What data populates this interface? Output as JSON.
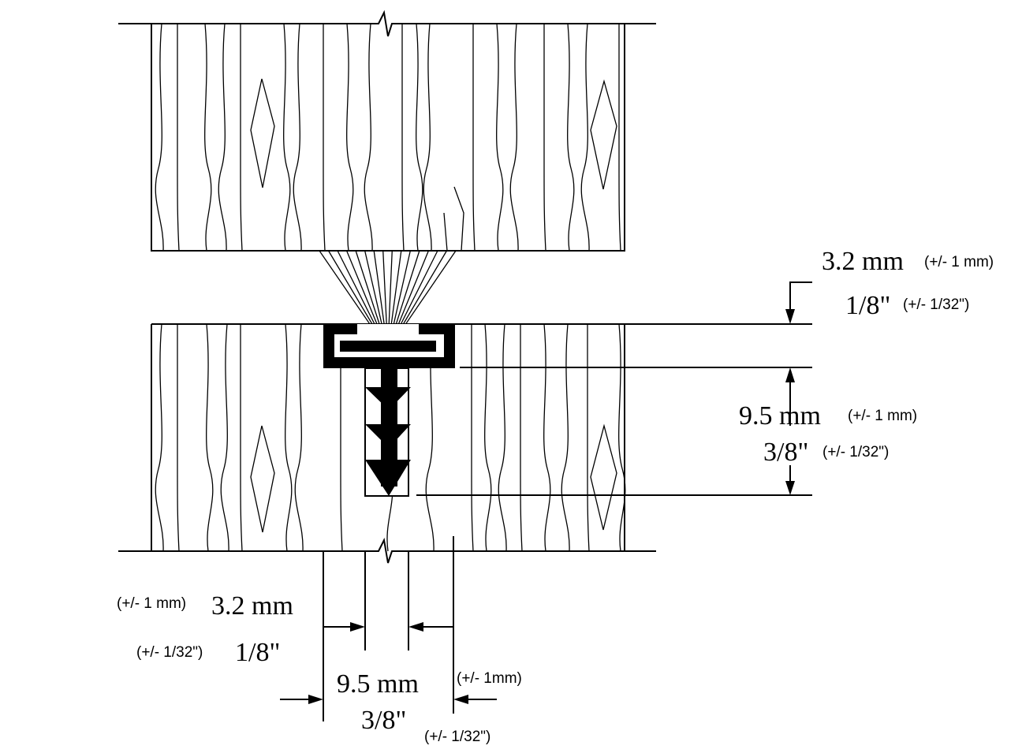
{
  "top_gap": {
    "mm": "3.2 mm",
    "mm_tol": "(+/- 1 mm)",
    "in": "1/8\"",
    "in_tol": "(+/- 1/32\")"
  },
  "depth": {
    "mm": "9.5 mm",
    "mm_tol": "(+/- 1 mm)",
    "in": "3/8\"",
    "in_tol": "(+/- 1/32\")"
  },
  "side_gap": {
    "mm_tol": "(+/- 1 mm)",
    "mm": "3.2 mm",
    "in_tol": "(+/- 1/32\")",
    "in": "1/8\""
  },
  "groove_width": {
    "mm": "9.5 mm",
    "in": "3/8\"",
    "mm_tol": "(+/- 1mm)",
    "in_tol": "(+/- 1/32\")"
  }
}
